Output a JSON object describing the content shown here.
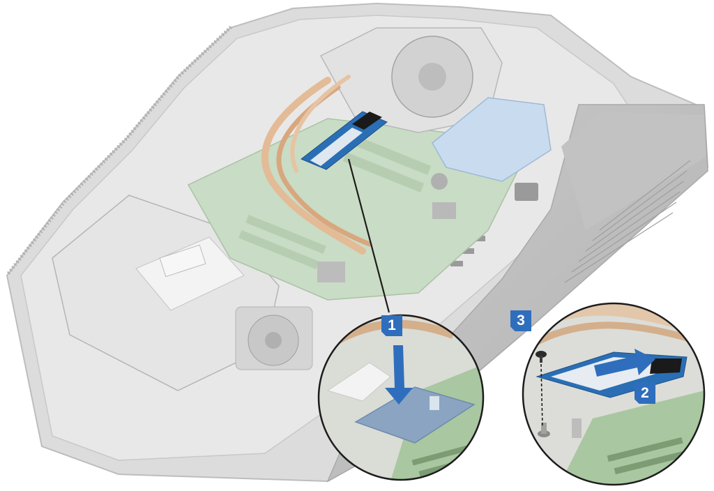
{
  "steps": {
    "step1": "1",
    "step2": "2",
    "step3": "3"
  },
  "colors": {
    "step_badge": "#2f6ebc",
    "thermal_pad": "#8aa4c2",
    "ssd_board": "#2a6fb5",
    "heat_pipe": "#d9a77e",
    "motherboard": "#a8c9a0",
    "chassis": "#d3d3d3"
  },
  "icons": {
    "push_down": "arrow-down-icon",
    "slide_in": "arrow-right-icon",
    "fasten": "screw-icon"
  }
}
